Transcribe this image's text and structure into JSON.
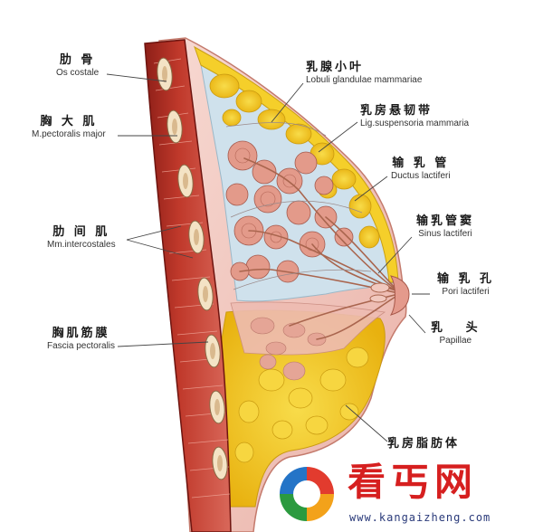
{
  "labels": {
    "os_costale": {
      "zh": "肋 骨",
      "en": "Os costale"
    },
    "pectoralis": {
      "zh": "胸 大 肌",
      "en": "M.pectoralis major"
    },
    "intercostales": {
      "zh": "肋 间 肌",
      "en": "Mm.intercostales"
    },
    "fascia": {
      "zh": "胸肌筋膜",
      "en": "Fascia pectoralis"
    },
    "lobuli": {
      "zh": "乳腺小叶",
      "en": "Lobuli glandulae mammariae"
    },
    "suspensoria": {
      "zh": "乳房悬韧带",
      "en": "Lig.suspensoria mammaria"
    },
    "ductus": {
      "zh": "输 乳 管",
      "en": "Ductus lactiferi"
    },
    "sinus": {
      "zh": "输乳管窦",
      "en": "Sinus lactiferi"
    },
    "pori": {
      "zh": "输 乳 孔",
      "en": "Pori lactiferi"
    },
    "papillae": {
      "zh": "乳   头",
      "en": "Papillae"
    },
    "adipose": {
      "zh": "乳房脂肪体",
      "en": ""
    }
  },
  "watermark": {
    "brand": "看丐网",
    "url": "www.kangaizheng.com"
  },
  "colors": {
    "muscle": "#c0392b",
    "muscle_dark": "#8e1f18",
    "fat": "#f2c417",
    "gland": "#e7a394",
    "connective": "#bcd6e6",
    "skin": "#f0c6c0",
    "leader": "#555555",
    "brand_red": "#d61f1f"
  }
}
